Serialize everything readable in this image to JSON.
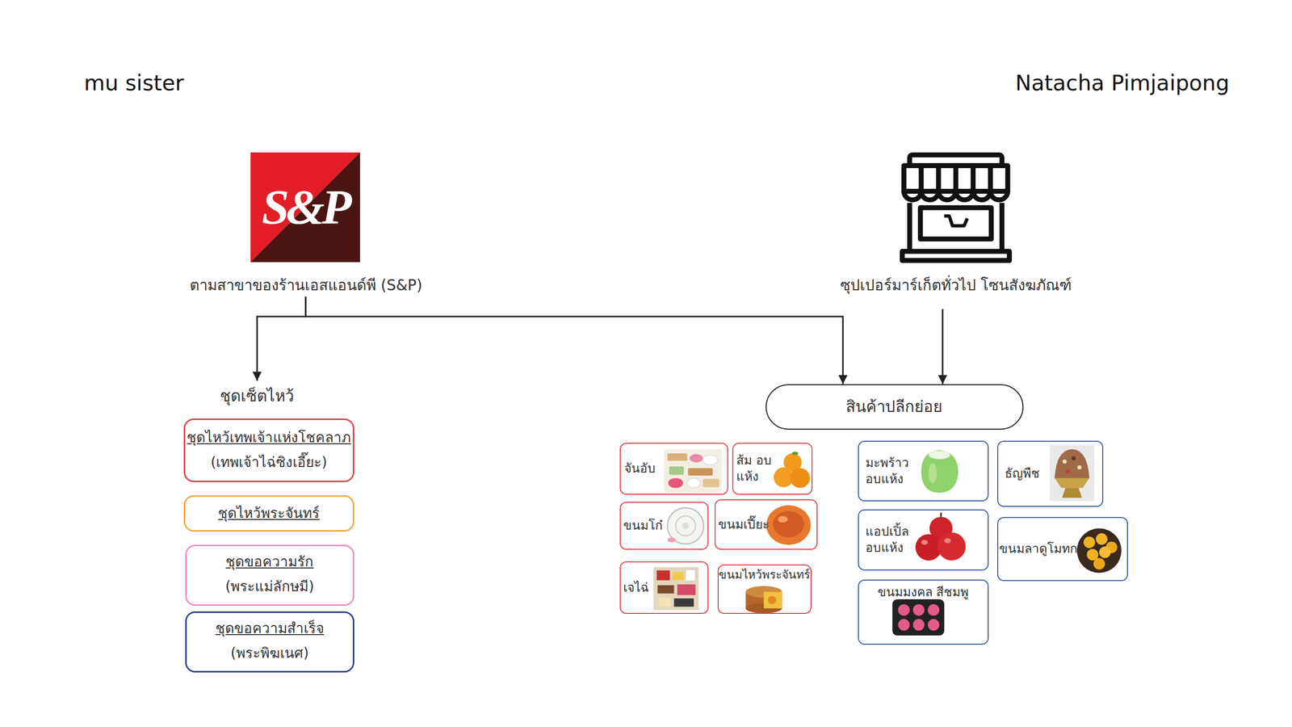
{
  "diagram": {
    "nodes": [
      {
        "text": [
          "S&P",
          "ตามสาขาของร้านเอสแอนด์พี (S&P)"
        ]
      },
      {
        "text": [
          "ซุปเปอร์มาร์เก็ตทั่วไป โซนสังฆภัณฑ์"
        ]
      },
      {
        "text": [
          "ชุดเซ็ตไหว้"
        ]
      },
      {
        "text": [
          "ชุดไหว้เทพเจ้าแห่งโชคลาภ",
          "(เทพเจ้าไฉ่ซิงเอี๊ยะ)"
        ]
      },
      {
        "text": [
          "ชุดไหว้พระจันทร์"
        ]
      },
      {
        "text": [
          "ชุดขอความรัก",
          "(พระแม่ลักษมี)"
        ]
      },
      {
        "text": [
          "ชุดขอความสำเร็จ",
          "(พระพิฆเนศ)"
        ]
      },
      {
        "text": [
          "สินค้าปลีกย่อย"
        ]
      },
      {
        "text": [
          "จันอับ"
        ]
      },
      {
        "text": [
          "ส้ม อบแห้ง"
        ]
      },
      {
        "text": [
          "ขนมโก๋"
        ]
      },
      {
        "text": [
          "ขนมเปี๊ยะ"
        ]
      },
      {
        "text": [
          "เจไฉ่"
        ]
      },
      {
        "text": [
          "ขนมไหว้พระจันทร์"
        ]
      },
      {
        "text": [
          "มะพร้าว อบแห้ง"
        ]
      },
      {
        "text": [
          "ธัญพืช"
        ]
      },
      {
        "text": [
          "แอปเปิ้ล อบแห้ง"
        ]
      },
      {
        "text": [
          "ขนมลาดูโมทกะ"
        ]
      },
      {
        "text": [
          "ขนมมงคล สีชมพู"
        ]
      }
    ],
    "edges": [
      {
        "from": 0,
        "to": 2,
        "arrow": "to"
      },
      {
        "from": 0,
        "to": 7,
        "arrow": "to"
      },
      {
        "from": 1,
        "to": 7,
        "arrow": "to"
      }
    ],
    "labels": [
      "mu sister",
      "Natacha Pimjaipong"
    ]
  }
}
